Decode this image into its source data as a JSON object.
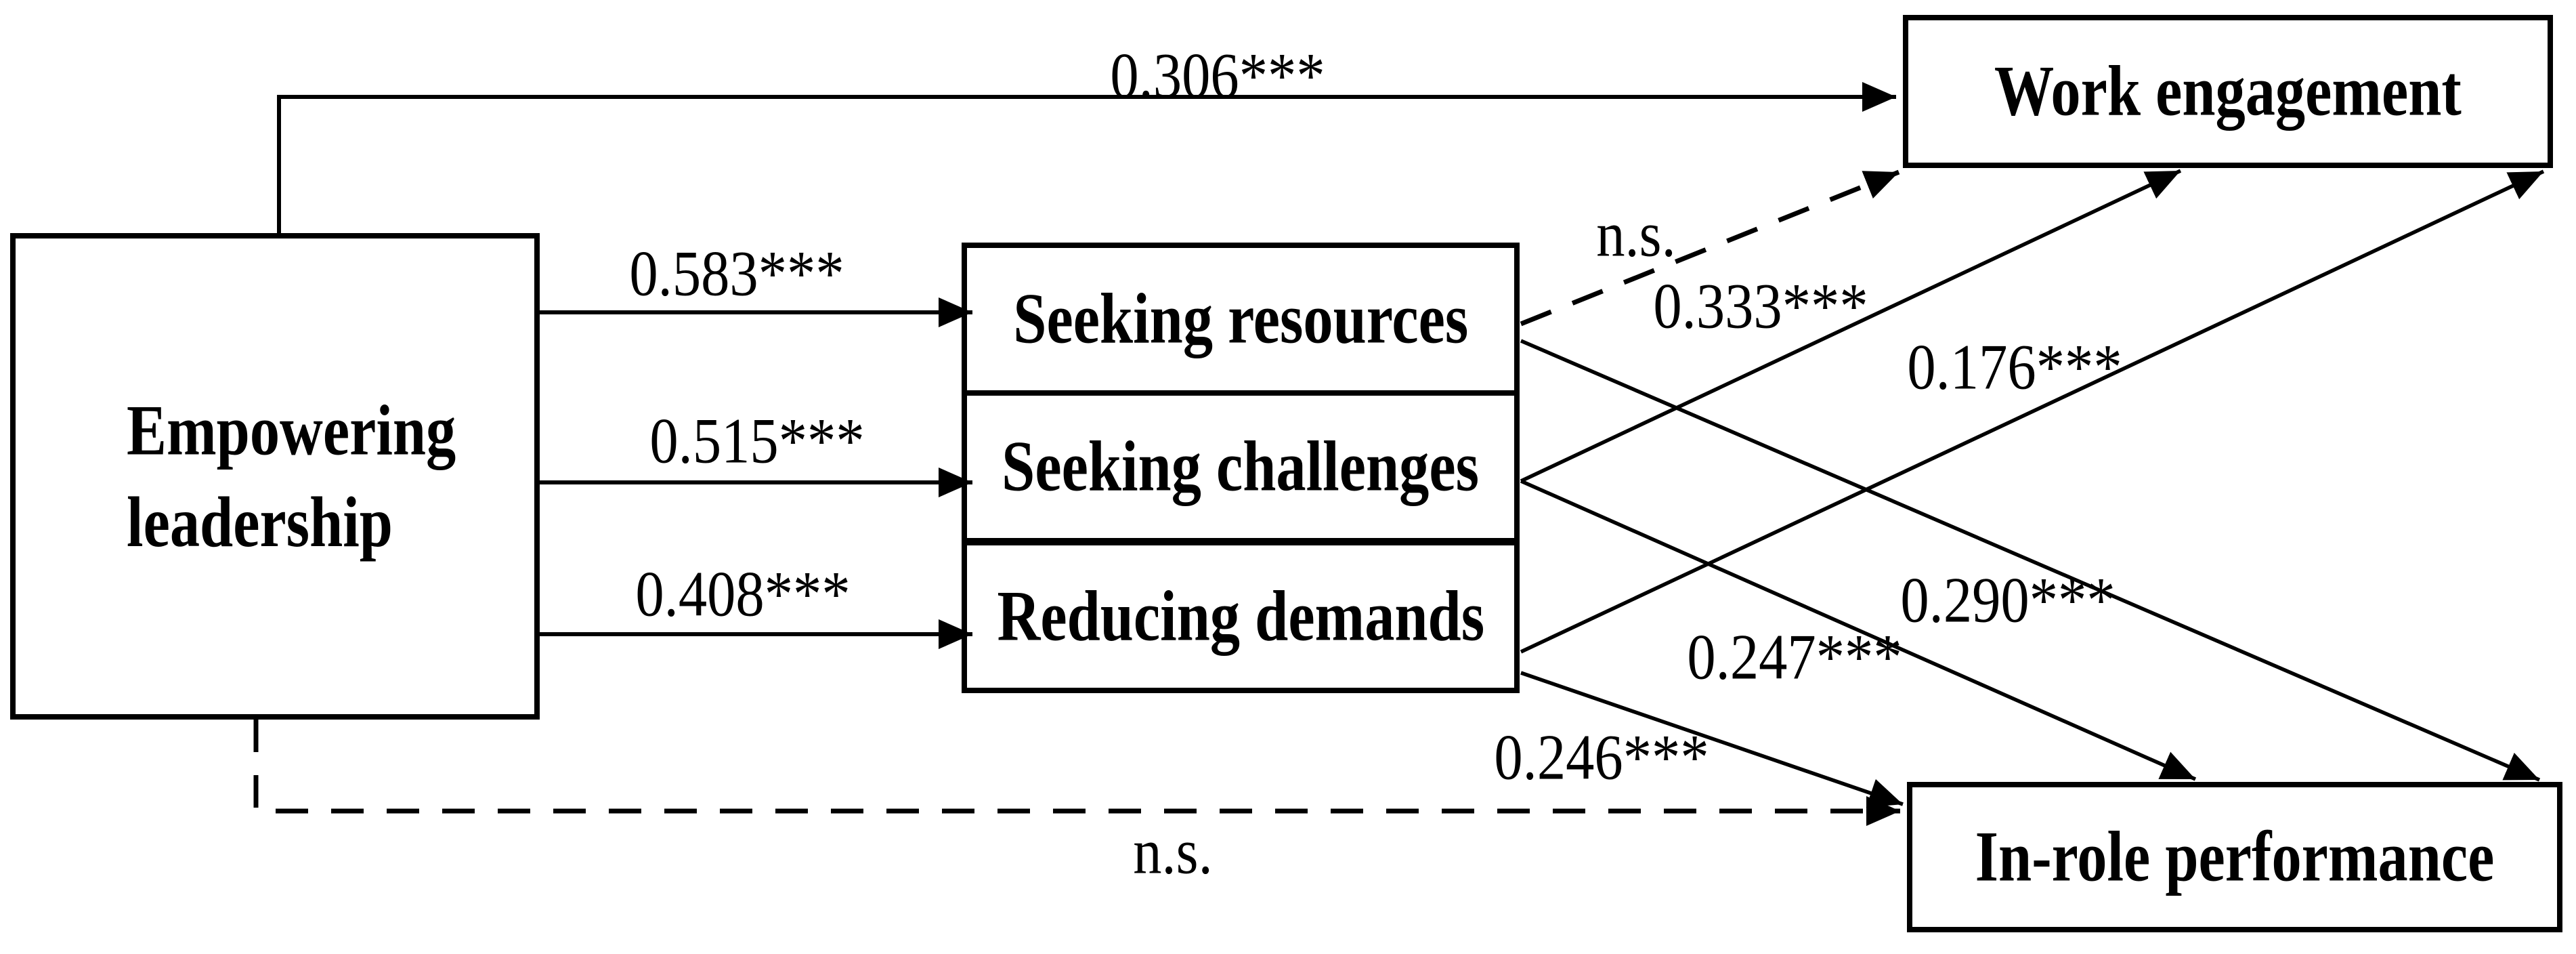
{
  "figure": {
    "type": "path-model-diagram",
    "background_color": "#ffffff",
    "line_color": "#000000",
    "text_color": "#000000"
  },
  "nodes": {
    "empowering_leadership": {
      "line1": "Empowering",
      "line2": "leadership"
    },
    "seeking_resources": {
      "label": "Seeking resources"
    },
    "seeking_challenges": {
      "label": "Seeking challenges"
    },
    "reducing_demands": {
      "label": "Reducing demands"
    },
    "work_engagement": {
      "label": "Work engagement"
    },
    "in_role_performance": {
      "label": "In-role performance"
    }
  },
  "edges": {
    "el_to_we": {
      "from": "Empowering leadership",
      "to": "Work engagement",
      "label": "0.306***",
      "style": "solid"
    },
    "el_to_sr": {
      "from": "Empowering leadership",
      "to": "Seeking resources",
      "label": "0.583***",
      "style": "solid"
    },
    "el_to_sc": {
      "from": "Empowering leadership",
      "to": "Seeking challenges",
      "label": "0.515***",
      "style": "solid"
    },
    "el_to_rd": {
      "from": "Empowering leadership",
      "to": "Reducing demands",
      "label": "0.408***",
      "style": "solid"
    },
    "sr_to_we": {
      "from": "Seeking resources",
      "to": "Work engagement",
      "label": "n.s.",
      "style": "dashed"
    },
    "sc_to_we": {
      "from": "Seeking challenges",
      "to": "Work engagement",
      "label": "0.333***",
      "style": "solid"
    },
    "rd_to_we": {
      "from": "Reducing demands",
      "to": "Work engagement",
      "label": "0.176***",
      "style": "solid"
    },
    "sr_to_irp": {
      "from": "Seeking resources",
      "to": "In-role performance",
      "label": "0.290***",
      "style": "solid"
    },
    "sc_to_irp": {
      "from": "Seeking challenges",
      "to": "In-role performance",
      "label": "0.247***",
      "style": "solid"
    },
    "rd_to_irp": {
      "from": "Reducing demands",
      "to": "In-role performance",
      "label": "0.246***",
      "style": "solid"
    },
    "el_to_irp": {
      "from": "Empowering leadership",
      "to": "In-role performance",
      "label": "n.s.",
      "style": "dashed"
    }
  }
}
